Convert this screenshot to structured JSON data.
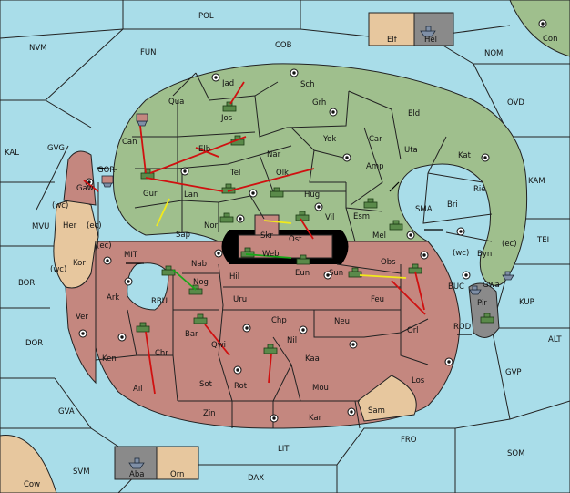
{
  "colors": {
    "sea": "#a9dde9",
    "green_power": "#9fbf8d",
    "red_power": "#c4877f",
    "neutral_tan": "#e7c79e",
    "gray_power": "#8a8a8a",
    "move_red": "#d01010",
    "move_yellow": "#f2ea1a",
    "move_green": "#18a818"
  },
  "labels": {
    "pol": "POL",
    "nvm": "NVM",
    "fun": "FUN",
    "cob": "COB",
    "nom": "NOM",
    "con": "Con",
    "elf": "Elf",
    "hel": "Hel",
    "ovd": "OVD",
    "kal": "KAL",
    "gvg": "GVG",
    "gor": "GOR",
    "kam": "KAM",
    "tei": "TEI",
    "sma": "SMA",
    "mvu": "MVU",
    "mit": "MIT",
    "bor": "BOR",
    "rbu": "RBU",
    "buc": "BUC",
    "kup": "KUP",
    "rod": "ROD",
    "dor": "DOR",
    "alt": "ALT",
    "gvp": "GVP",
    "gva": "GVA",
    "fro": "FRO",
    "som": "SOM",
    "lit": "LIT",
    "svm": "SVM",
    "dax": "DAX",
    "cow": "Cow",
    "aba": "Aba",
    "orn": "Orn",
    "jad": "Jad",
    "sch": "Sch",
    "qua": "Qua",
    "jos": "Jos",
    "grh": "Grh",
    "eld": "Eld",
    "can": "Can",
    "yok": "Yok",
    "car": "Car",
    "elb": "Elb",
    "nar": "Nar",
    "uta": "Uta",
    "kat": "Kat",
    "gaw": "Gaw",
    "tel": "Tel",
    "olk": "Olk",
    "amp": "Amp",
    "gur": "Gur",
    "lan": "Lan",
    "hug": "Hug",
    "rie": "Rie",
    "bri": "Bri",
    "esm": "Esm",
    "vil": "Vil",
    "nor": "Nor",
    "sap": "Sap",
    "skr": "Skr",
    "mel": "Mel",
    "ost": "Ost",
    "byn": "Byn",
    "her": "Her",
    "web": "Web",
    "eun": "Eun",
    "obs": "Obs",
    "kor": "Kor",
    "nab": "Nab",
    "sun": "Sun",
    "gwa": "Gwa",
    "hil": "Hil",
    "nog": "Nog",
    "ark": "Ark",
    "uru": "Uru",
    "feu": "Feu",
    "pir": "Pir",
    "ver": "Ver",
    "chp": "Chp",
    "neu": "Neu",
    "orl": "Orl",
    "bar": "Bar",
    "qwi": "Qwi",
    "nil": "Nil",
    "ken": "Ken",
    "chr": "Chr",
    "kaa": "Kaa",
    "los": "Los",
    "ail": "Ail",
    "sot": "Sot",
    "rot": "Rot",
    "mou": "Mou",
    "zin": "Zin",
    "kar": "Kar",
    "sam": "Sam",
    "wc1": "(wc)",
    "ec1": "(ec)",
    "ec2": "(ec)",
    "wc2": "(wc)",
    "wc3": "(wc)",
    "ec3": "(ec)"
  }
}
